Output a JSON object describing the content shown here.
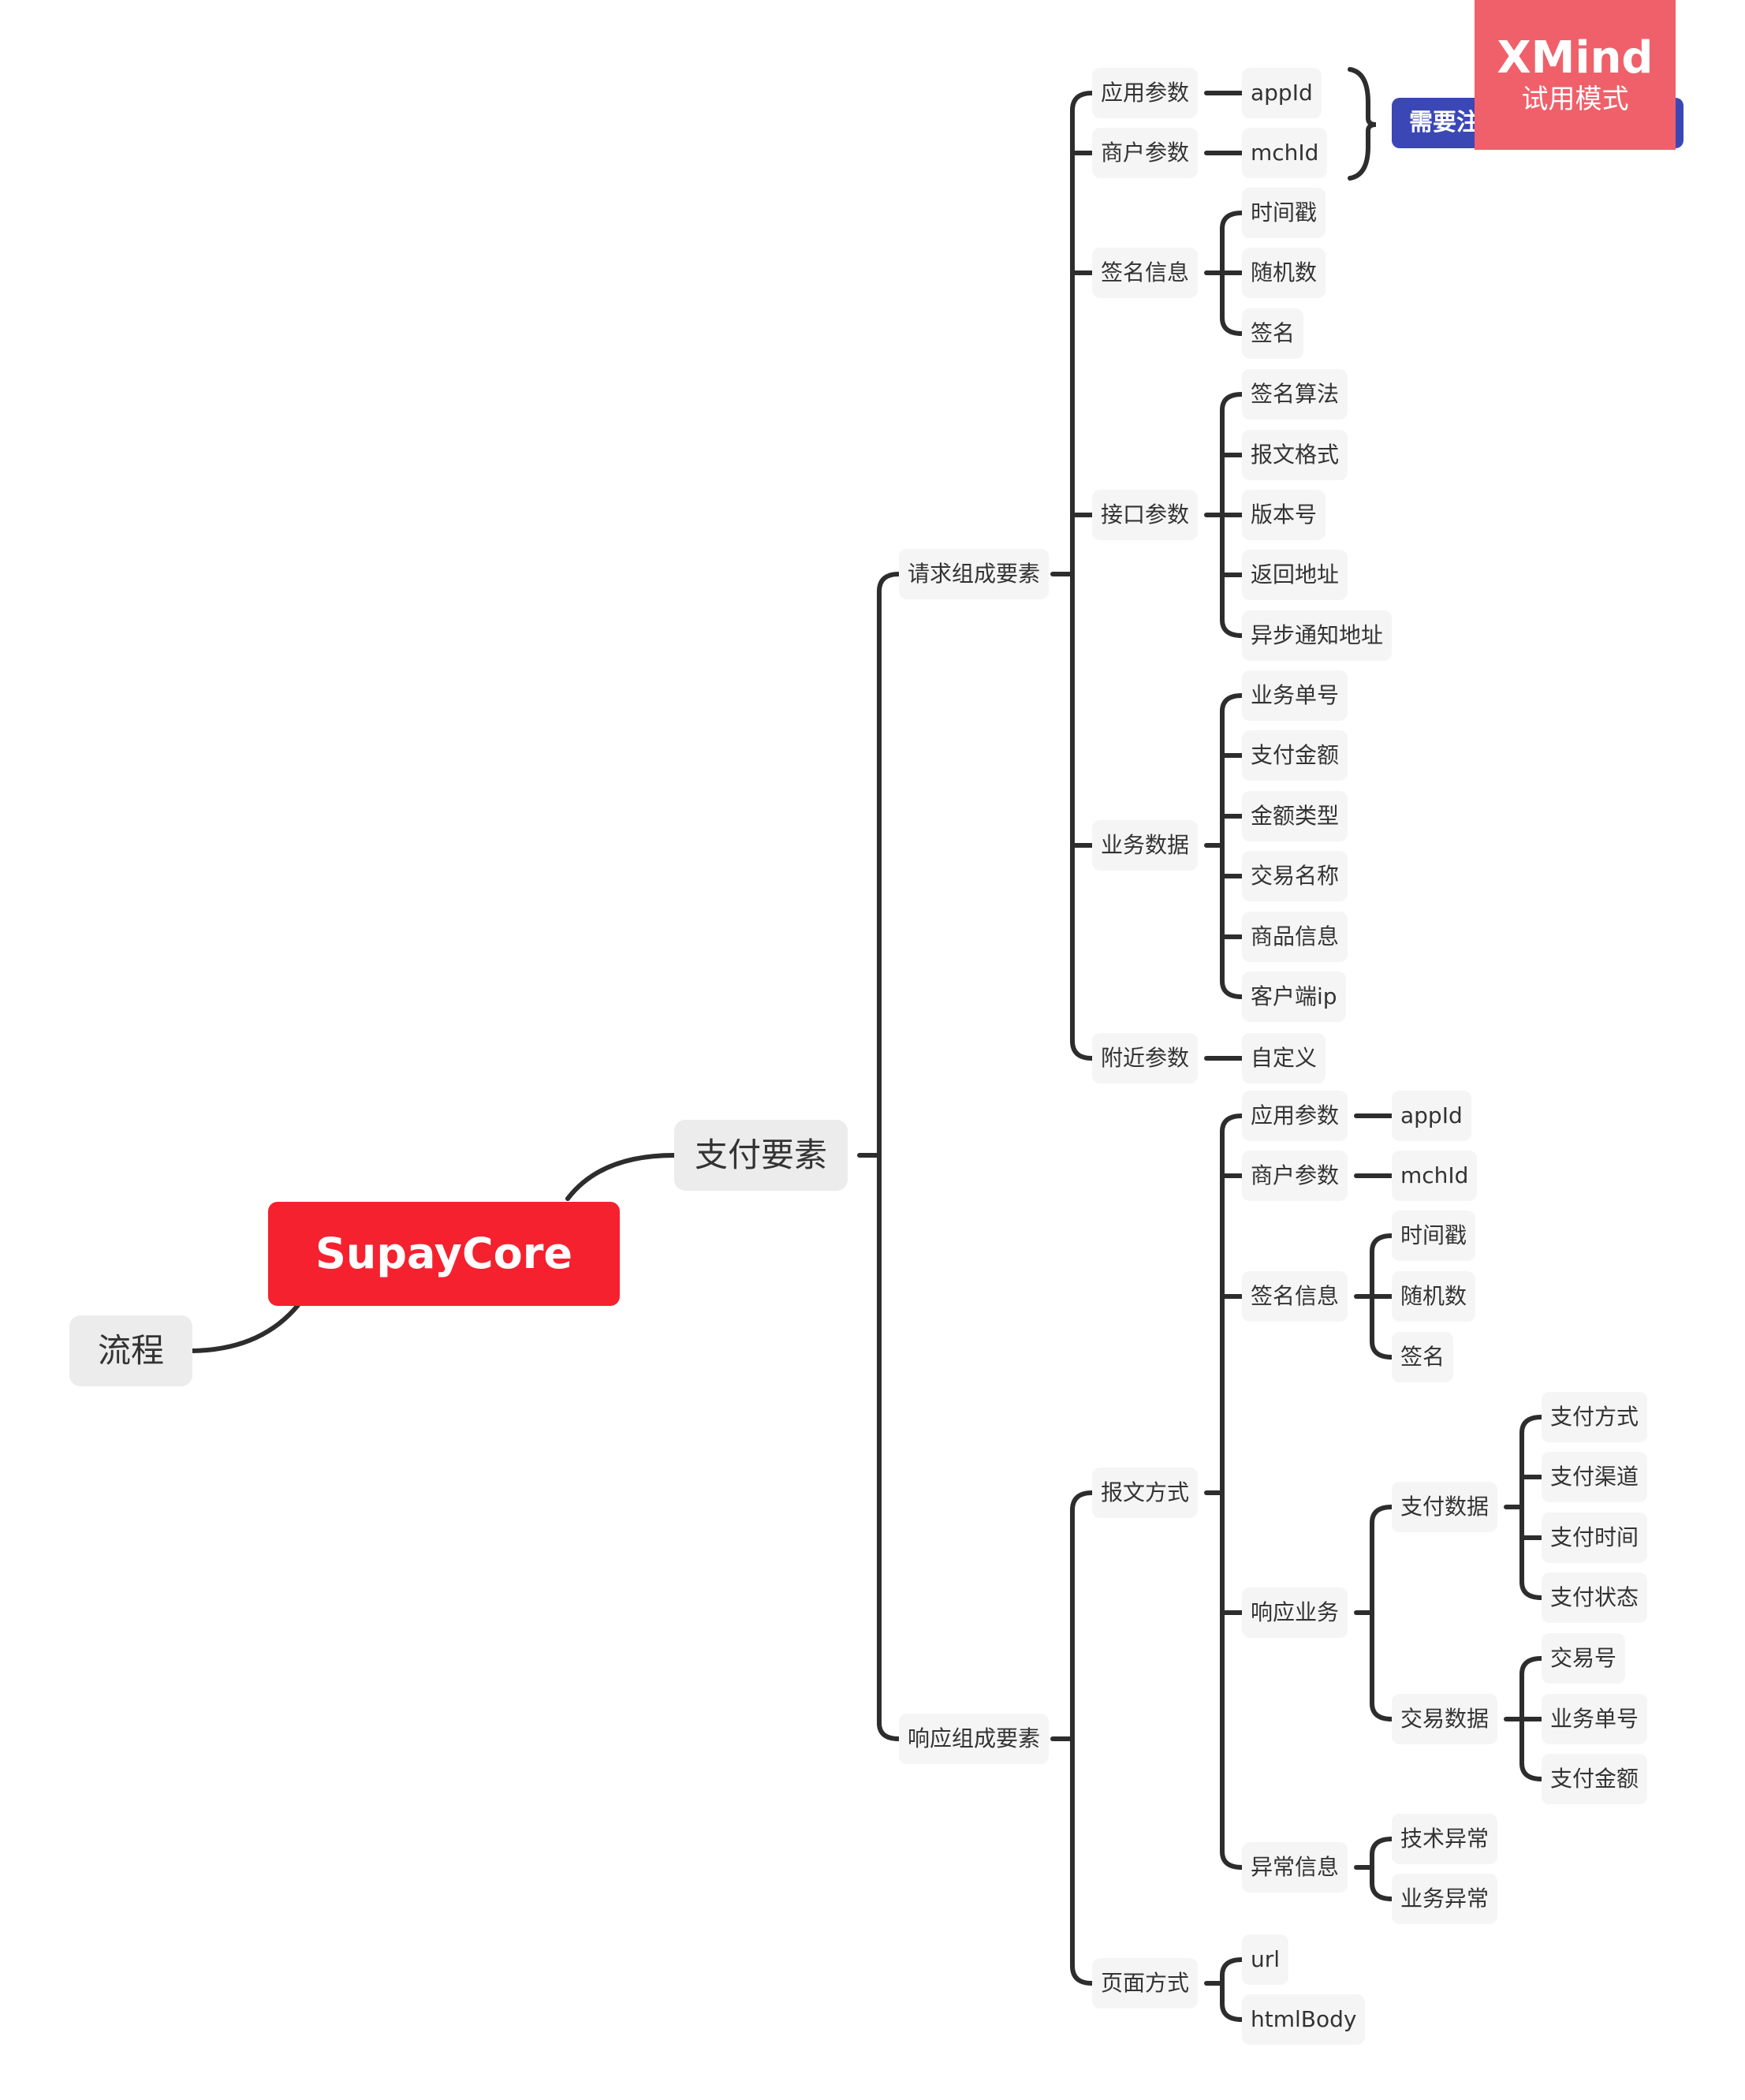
{
  "diagram": {
    "root": "SupayCore",
    "left_topic": "流程",
    "main_topic": "支付要素",
    "request": {
      "label": "请求组成要素",
      "app_params": "应用参数",
      "app_id": "appId",
      "mch_params": "商户参数",
      "mch_id": "mchId",
      "sign_info": "签名信息",
      "sign_children": [
        "时间戳",
        "随机数",
        "签名"
      ],
      "api_params": "接口参数",
      "api_children": [
        "签名算法",
        "报文格式",
        "版本号",
        "返回地址",
        "异步通知地址"
      ],
      "biz_data": "业务数据",
      "biz_children": [
        "业务单号",
        "支付金额",
        "金额类型",
        "交易名称",
        "商品信息",
        "客户端ip"
      ],
      "extra_params": "附近参数",
      "extra_child": "自定义"
    },
    "response": {
      "label": "响应组成要素",
      "message_mode": "报文方式",
      "app_params": "应用参数",
      "app_id": "appId",
      "mch_params": "商户参数",
      "mch_id": "mchId",
      "sign_info": "签名信息",
      "sign_children": [
        "时间戳",
        "随机数",
        "签名"
      ],
      "resp_business": "响应业务",
      "pay_data": "支付数据",
      "pay_children": [
        "支付方式",
        "支付渠道",
        "支付时间",
        "支付状态"
      ],
      "trade_data": "交易数据",
      "trade_children": [
        "交易号",
        "业务单号",
        "支付金额"
      ],
      "exception_info": "异常信息",
      "exception_children": [
        "技术异常",
        "业务异常"
      ],
      "page_mode": "页面方式",
      "page_children": [
        "url",
        "htmlBody"
      ]
    },
    "boundary_note": "需要注册开通认证获取",
    "colors": {
      "root": "#f5212f",
      "line": "#2d2d2d",
      "note": "#3b47b5",
      "watermark": "#f0606a"
    }
  },
  "watermark": {
    "brand": "XMind",
    "mode": "试用模式"
  }
}
